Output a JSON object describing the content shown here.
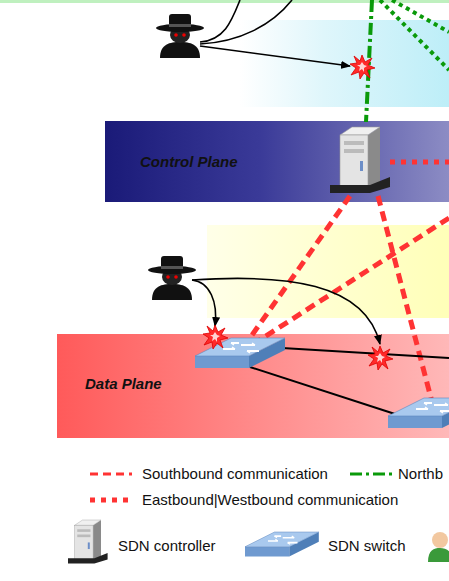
{
  "diagram": {
    "nodes": [
      {
        "text": [
          "Control Plane"
        ]
      },
      {
        "text": [
          "Data Plane"
        ]
      }
    ],
    "legend": [
      {
        "text": "Southbound communication"
      },
      {
        "text": "Northb"
      },
      {
        "text": "Eastbound|Westbound communication"
      },
      {
        "text": "SDN controller"
      },
      {
        "text": "SDN switch"
      }
    ]
  }
}
